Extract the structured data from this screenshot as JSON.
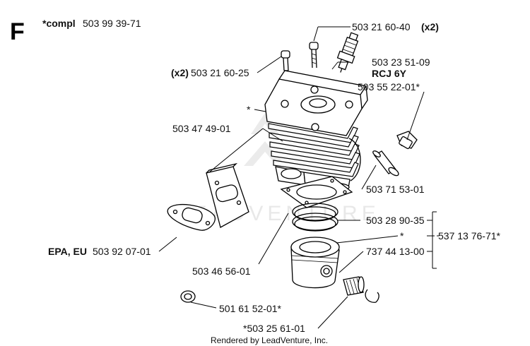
{
  "section_letter": "F",
  "header": {
    "compl_prefix": "*compl",
    "compl_number": "503 99 39-71"
  },
  "callouts": {
    "spark_plug_screw_num": "503 21 60-40",
    "spark_plug_screw_qty": "(x2)",
    "spark_plug_num": "503 23 51-09",
    "spark_plug_type": "RCJ 6Y",
    "decomp_valve_num": "503 55 22-01*",
    "cyl_screw_qty": "(x2)",
    "cyl_screw_num": "503 21 60-25",
    "cylinder_star": "*",
    "heat_shield_num": "503 47 49-01",
    "plug_fitting_num": "503 71 53-01",
    "ring_num": "503 28 90-35",
    "piston_star": "*",
    "kit_num": "537 13 76-71*",
    "bearing_num": "737 44 13-00",
    "gasket_prefix": "EPA, EU",
    "gasket_num": "503 92 07-01",
    "base_gasket_num": "503 46 56-01",
    "washer_num": "501 61 52-01*",
    "pin_num": "*503 25 61-01"
  },
  "watermark": "LEADVENTURE",
  "footer": "Rendered by LeadVenture, Inc."
}
